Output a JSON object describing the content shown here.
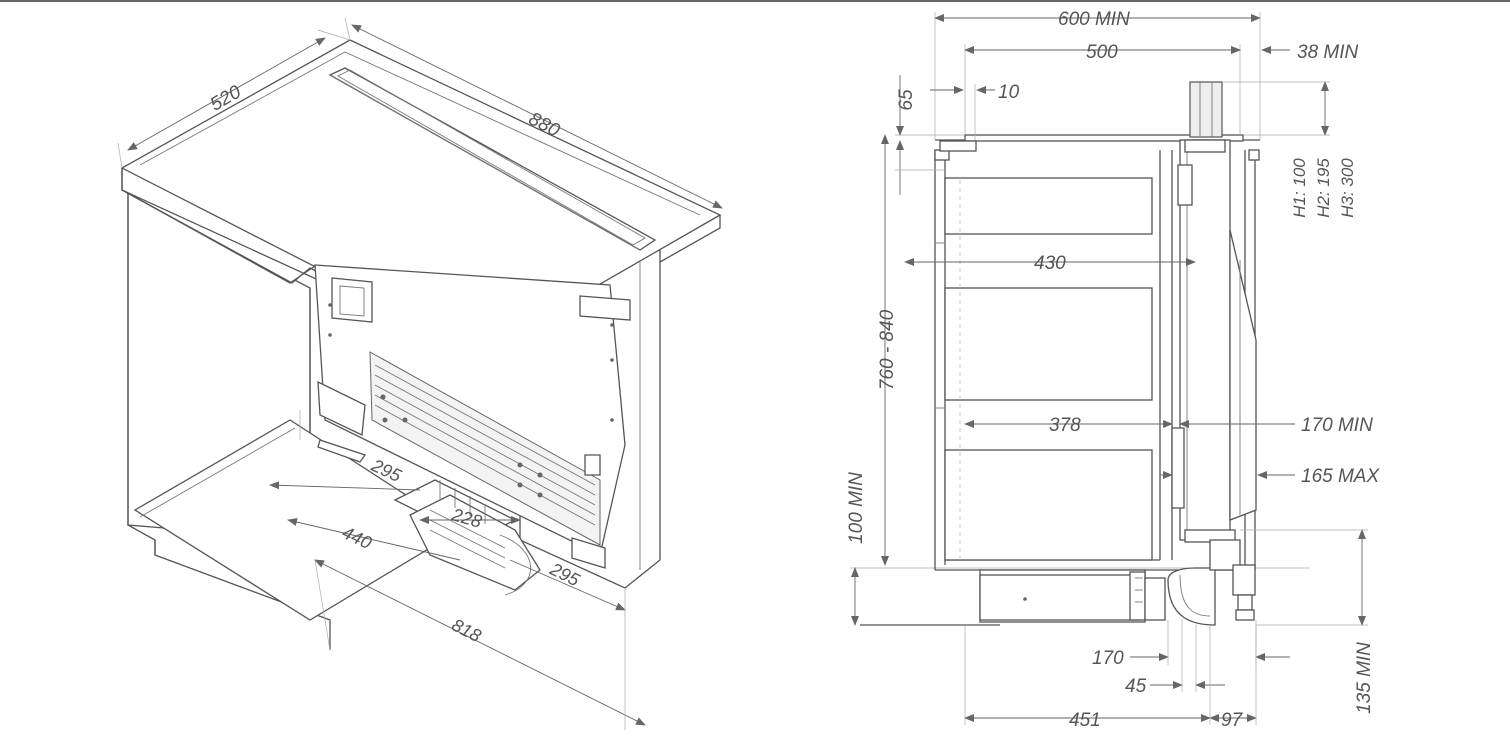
{
  "isometric_view": {
    "dimensions": {
      "width_520": "520",
      "length_880": "880",
      "depth_295_a": "295",
      "depth_228": "228",
      "depth_440": "440",
      "depth_295_b": "295",
      "depth_818": "818"
    }
  },
  "side_view": {
    "dimensions": {
      "min_600": "600 MIN",
      "width_500": "500",
      "min_38": "38 MIN",
      "h_65": "65",
      "w_10": "10",
      "heights_h1": "H1: 100",
      "heights_h2": "H2: 195",
      "heights_h3": "H3: 300",
      "depth_430": "430",
      "height_760_840": "760 - 840",
      "depth_378": "378",
      "min_170": "170 MIN",
      "max_165": "165 MAX",
      "min_100": "100 MIN",
      "w_170": "170",
      "w_45": "45",
      "min_135": "135 MIN",
      "w_451": "451",
      "w_97": "97"
    }
  }
}
